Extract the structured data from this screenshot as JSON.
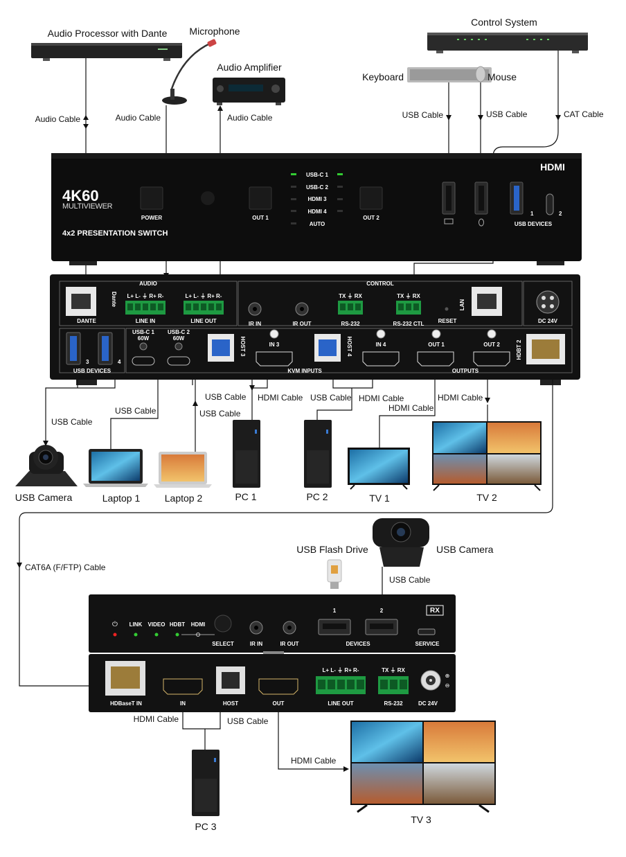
{
  "devices": {
    "audio_processor": "Audio Processor with Dante",
    "microphone": "Microphone",
    "audio_amplifier": "Audio Amplifier",
    "control_system": "Control System",
    "keyboard": "Keyboard",
    "mouse": "Mouse",
    "usb_camera_1": "USB Camera",
    "laptop_1": "Laptop 1",
    "laptop_2": "Laptop 2",
    "pc_1": "PC 1",
    "pc_2": "PC 2",
    "tv_1": "TV 1",
    "tv_2": "TV 2",
    "usb_flash_drive": "USB Flash Drive",
    "usb_camera_2": "USB Camera",
    "pc_3": "PC 3",
    "tv_3": "TV 3"
  },
  "cables": {
    "audio": "Audio Cable",
    "usb": "USB Cable",
    "cat": "CAT Cable",
    "hdmi": "HDMI Cable",
    "cat6a": "CAT6A (F/FTP) Cable"
  },
  "switch_front": {
    "logo_main": "4K60",
    "logo_sub": "MULTIVIEWER",
    "model": "4x2 PRESENTATION SWITCH",
    "hdmi_logo": "HDMI",
    "power": "POWER",
    "out1": "OUT 1",
    "out2": "OUT 2",
    "sources": [
      "USB-C 1",
      "USB-C 2",
      "HDMI 3",
      "HDMI 4",
      "AUTO"
    ],
    "usb_devices": "USB DEVICES",
    "port_1": "1",
    "port_2": "2"
  },
  "switch_rear": {
    "audio": "AUDIO",
    "control": "CONTROL",
    "dante_port": "DANTE",
    "dante_logo": "Dante",
    "line_in": "LINE IN",
    "line_out": "LINE OUT",
    "audio_pins": "L+ L- ⏚ R+ R-",
    "ir_in": "IR IN",
    "ir_out": "IR OUT",
    "rs232": "RS-232",
    "rs232_ctl": "RS-232 CTL",
    "serial_pins": "TX ⏚ RX",
    "reset": "RESET",
    "lan": "LAN",
    "dc": "DC 24V",
    "usb_devices": "USB DEVICES",
    "port_3": "3",
    "port_4": "4",
    "usbc1": "USB-C 1",
    "usbc2": "USB-C 2",
    "watt": "60W",
    "host3": "HOST 3",
    "host4": "HOST 4",
    "in3": "IN 3",
    "in4": "IN 4",
    "kvm_inputs": "KVM INPUTS",
    "out1": "OUT 1",
    "out2": "OUT 2",
    "outputs": "OUTPUTS",
    "hdbt2": "HDBT 2"
  },
  "receiver_top": {
    "rx": "RX",
    "link": "LINK",
    "video": "VIDEO",
    "hdbt": "HDBT",
    "hdmi_logo": "HDMI",
    "select": "SELECT",
    "ir_in": "IR IN",
    "ir_out": "IR OUT",
    "port_1": "1",
    "port_2": "2",
    "devices": "DEVICES",
    "service": "SERVICE"
  },
  "receiver_bottom": {
    "hdbaset_in": "HDBaseT IN",
    "in": "IN",
    "host": "HOST",
    "out": "OUT",
    "line_out": "LINE OUT",
    "audio_pins": "L+ L- ⏚ R+ R-",
    "rs232": "RS-232",
    "serial_pins": "TX ⏚ RX",
    "dc": "DC 24V"
  }
}
